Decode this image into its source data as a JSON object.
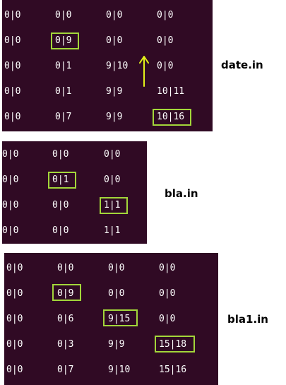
{
  "colors": {
    "terminal_bg": "#300a24",
    "terminal_text": "#ffffff",
    "highlight": "#a3d63a",
    "annotation_arrow": "#e2f219"
  },
  "panels": [
    {
      "label": "date.in",
      "rows": [
        [
          "0|0",
          "0|0",
          "0|0",
          "0|0"
        ],
        [
          "0|0",
          "0|9",
          "0|0",
          "0|0"
        ],
        [
          "0|0",
          "0|1",
          "9|10",
          "0|0"
        ],
        [
          "0|0",
          "0|1",
          "9|9",
          "10|11"
        ],
        [
          "0|0",
          "0|7",
          "9|9",
          "10|16"
        ]
      ]
    },
    {
      "label": "bla.in",
      "rows": [
        [
          "0|0",
          "0|0",
          "0|0"
        ],
        [
          "0|0",
          "0|1",
          "0|0"
        ],
        [
          "0|0",
          "0|0",
          "1|1"
        ],
        [
          "0|0",
          "0|0",
          "1|1"
        ]
      ]
    },
    {
      "label": "bla1.in",
      "rows": [
        [
          "0|0",
          "0|0",
          "0|0",
          "0|0"
        ],
        [
          "0|0",
          "0|9",
          "0|0",
          "0|0"
        ],
        [
          "0|0",
          "0|6",
          "9|15",
          "0|0"
        ],
        [
          "0|0",
          "0|3",
          "9|9",
          "15|18"
        ],
        [
          "0|0",
          "0|7",
          "9|10",
          "15|16"
        ]
      ]
    }
  ]
}
